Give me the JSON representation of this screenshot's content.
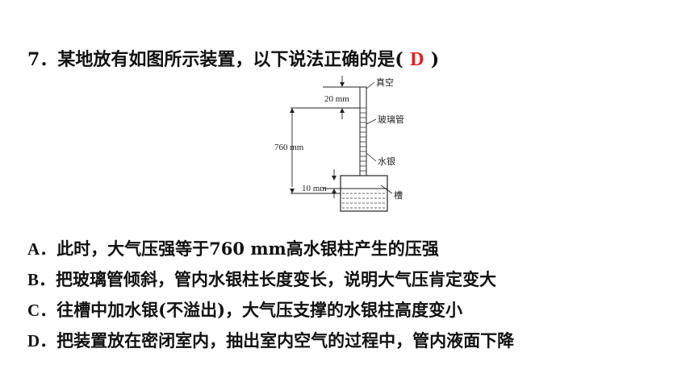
{
  "question": {
    "number": "7．",
    "stem": "某地放有如图所示装置，以下说法正确的是(",
    "answer": "D",
    "close": ")"
  },
  "figure": {
    "labels": {
      "vacuum": "真空",
      "gap20": "20 mm",
      "glass_tube": "玻璃管",
      "h760": "760 mm",
      "mercury": "水银",
      "h10": "10 mm",
      "trough": "槽"
    }
  },
  "options": [
    {
      "letter": "A．",
      "text": "此时，大气压强等于760 mm高水银柱产生的压强"
    },
    {
      "letter": "B．",
      "text": "把玻璃管倾斜，管内水银柱长度变长，说明大气压肯定变大"
    },
    {
      "letter": "C．",
      "text": "往槽中加水银(不溢出)，大气压支撑的水银柱高度变小"
    },
    {
      "letter": "D．",
      "text": "把装置放在密闭室内，抽出室内空气的过程中，管内液面下降"
    }
  ]
}
